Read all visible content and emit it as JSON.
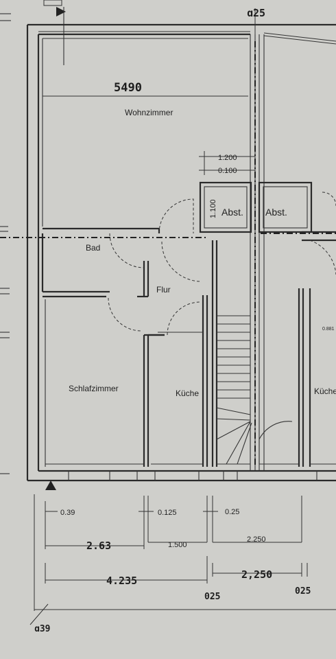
{
  "rooms": {
    "wohnzimmer": "Wohnzimmer",
    "bad": "Bad",
    "flur": "Flur",
    "schlafzimmer": "Schlafzimmer",
    "kueche_left": "Küche",
    "kueche_right": "Küche",
    "abst_1": "Abst.",
    "abst_2": "Abst."
  },
  "dimensions": {
    "top_wall": "ɑ25",
    "wohnzimmer_width": "5490",
    "niche_width": "1.200",
    "niche_wall": "0.100",
    "abst_depth": "1.100",
    "side_wall": "0.39",
    "partition_1": "0.125",
    "partition_2": "0.25",
    "schlafzimmer_width": "2.63",
    "kueche_width": "1.500",
    "stair_width": "2.250",
    "total_left": "4.235",
    "wall_a": "025",
    "stair_width_2": "2,250",
    "wall_b": "025",
    "bottom_wall": "ɑ39",
    "right_edge": "0.881"
  }
}
